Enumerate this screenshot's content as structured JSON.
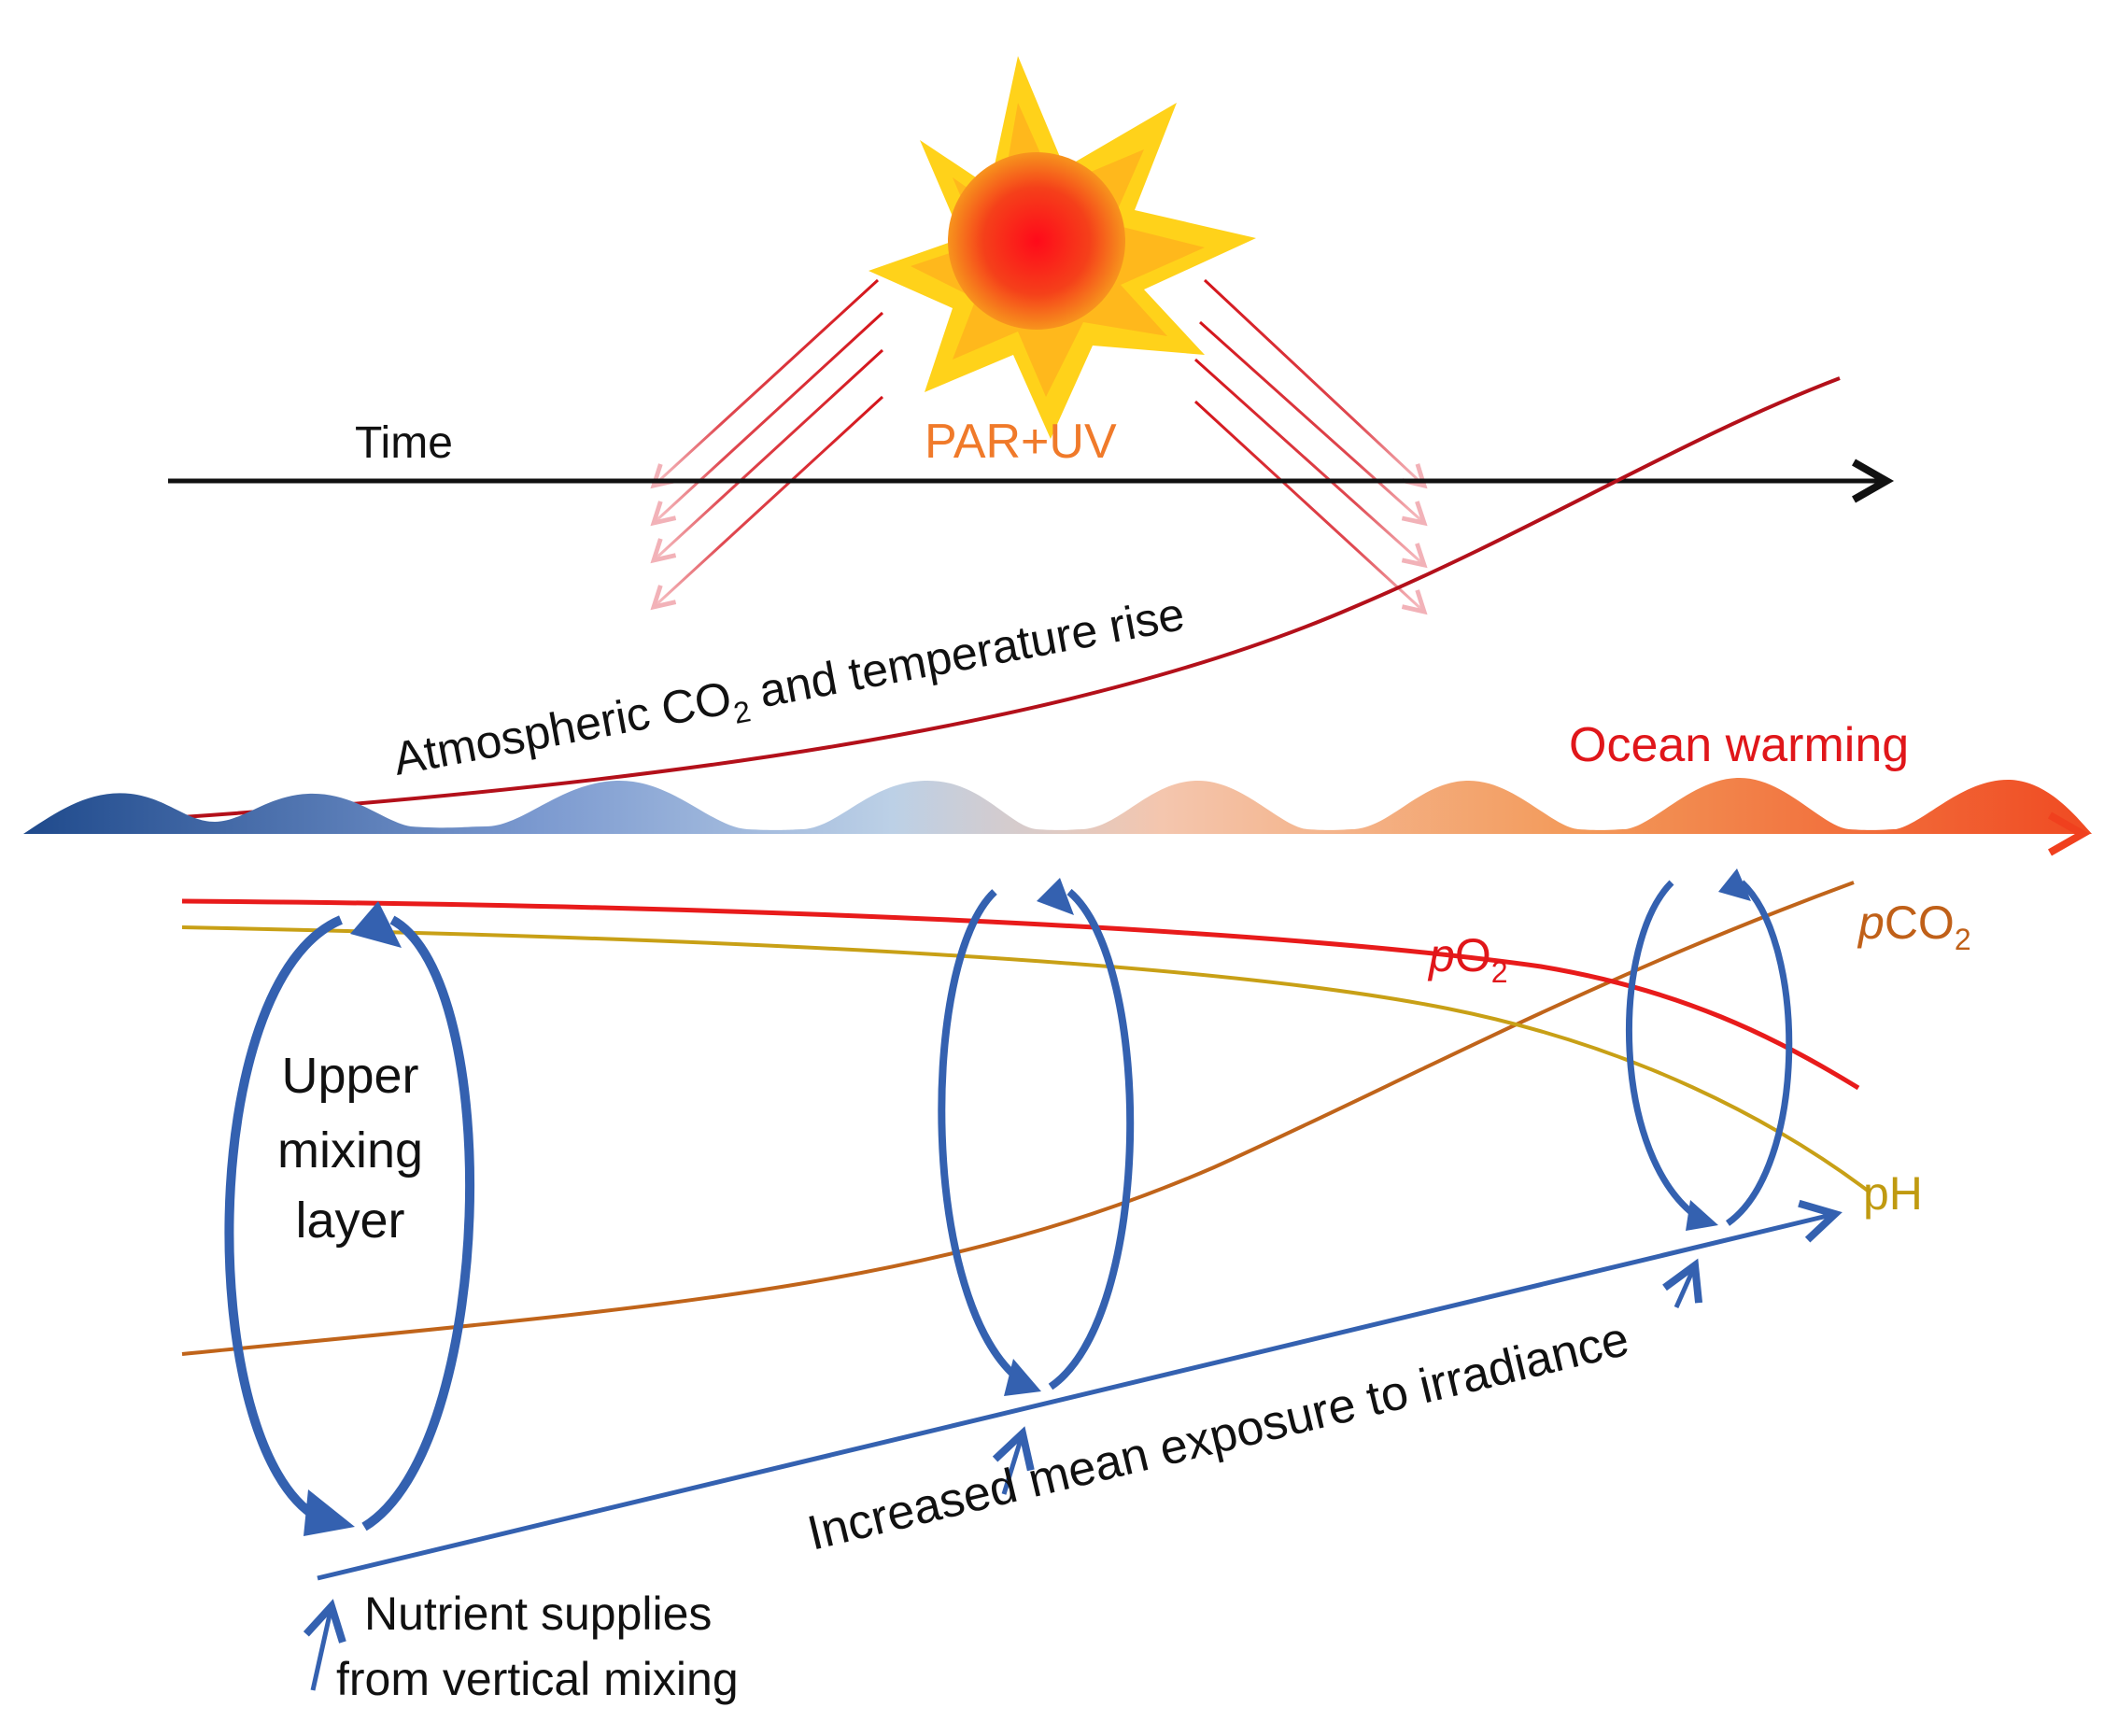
{
  "labels": {
    "time": "Time",
    "par_uv": "PAR+UV",
    "atmospheric_co2": "Atmospheric CO",
    "atmospheric_co2_sub": "2",
    "atmospheric_rest": " and  temperature rise",
    "ocean_warming": "Ocean warming",
    "po2_italic": "p",
    "po2_main": "O",
    "po2_sub": "2",
    "pco2_italic": "p",
    "pco2_main": "CO",
    "pco2_sub": "2",
    "ph": "pH",
    "upper_mixing_1": "Upper",
    "upper_mixing_2": "mixing",
    "upper_mixing_3": "layer",
    "irradiance": "Increased mean exposure to irradiance",
    "nutrient_1": "Nutrient supplies",
    "nutrient_2": "from vertical mixing"
  },
  "colors": {
    "time_axis": "#111111",
    "sun_core": "#f0151a",
    "sun_rays": "#ffd21a",
    "rays": "#d4141a",
    "co2_curve": "#b3101a",
    "ocean_axis": "#f04a1e",
    "po2": "#e81b1b",
    "ph": "#c8a016",
    "pco2": "#c0641a",
    "mixing": "#3461b0",
    "ocean_warming_text": "#e0161a",
    "par_uv_text": "#f07a2a",
    "po2_text": "#e0161a",
    "pco2_text": "#c06018",
    "ph_text": "#c09a10"
  }
}
